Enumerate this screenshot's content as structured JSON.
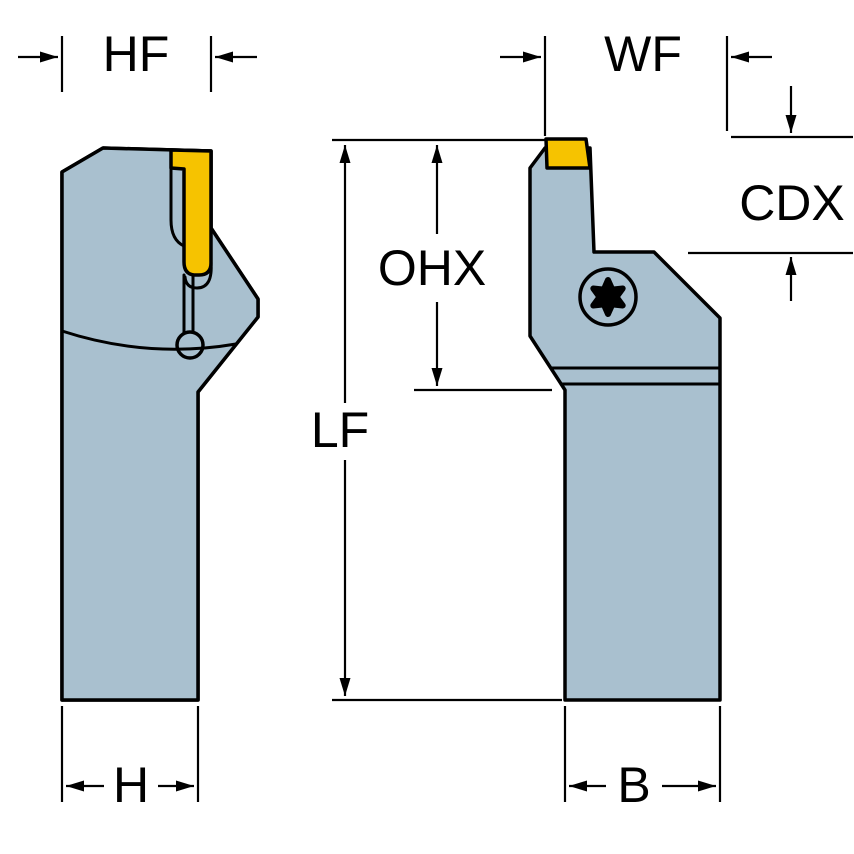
{
  "diagram": {
    "labels": {
      "hf": "HF",
      "wf": "WF",
      "cdx": "CDX",
      "ohx": "OHX",
      "lf": "LF",
      "h": "H",
      "b": "B"
    },
    "colors": {
      "background": "#ffffff",
      "body": "#a9c0cf",
      "insert": "#f6c300",
      "line": "#000000"
    }
  }
}
